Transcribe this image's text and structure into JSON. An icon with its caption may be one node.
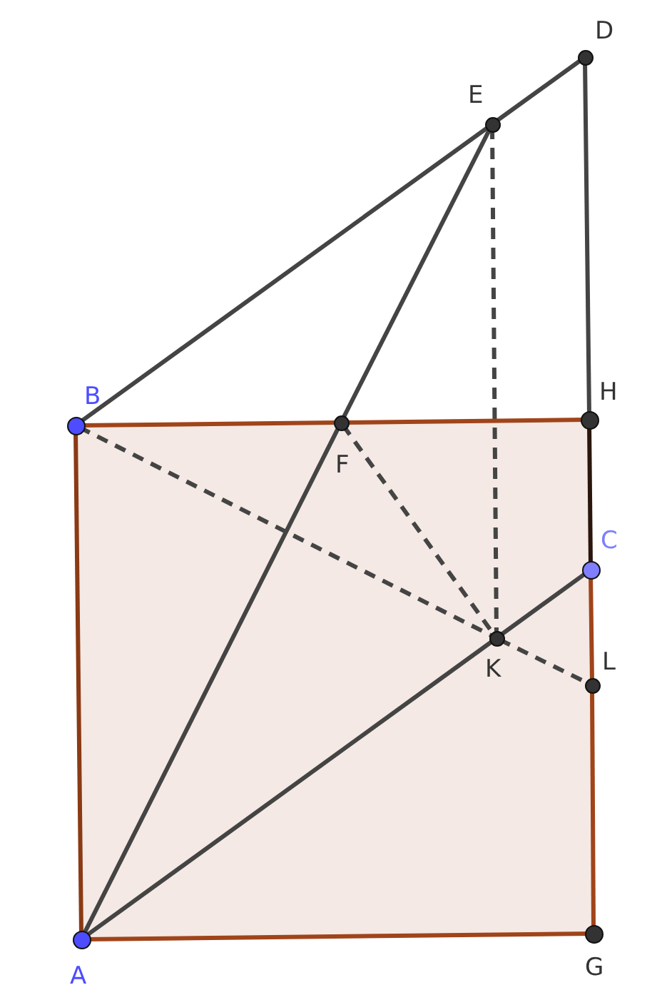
{
  "diagram": {
    "nodes": [
      {
        "text": [
          "D"
        ]
      },
      {
        "text": [
          "E"
        ]
      },
      {
        "text": [
          "B"
        ]
      },
      {
        "text": [
          "F"
        ]
      },
      {
        "text": [
          "H"
        ]
      },
      {
        "text": [
          "C"
        ]
      },
      {
        "text": [
          "K"
        ]
      },
      {
        "text": [
          "L"
        ]
      },
      {
        "text": [
          "A"
        ]
      },
      {
        "text": [
          "G"
        ]
      }
    ],
    "edges": [
      {
        "from": 2,
        "to": 1,
        "arrow": "none"
      },
      {
        "from": 1,
        "to": 0,
        "arrow": "none"
      },
      {
        "from": 0,
        "to": 4,
        "arrow": "none"
      },
      {
        "from": 8,
        "to": 3,
        "arrow": "none"
      },
      {
        "from": 3,
        "to": 1,
        "arrow": "none"
      },
      {
        "from": 8,
        "to": 6,
        "arrow": "none"
      },
      {
        "from": 6,
        "to": 5,
        "arrow": "none"
      },
      {
        "from": 2,
        "to": 6,
        "arrow": "none",
        "style": "dashed"
      },
      {
        "from": 6,
        "to": 7,
        "arrow": "none",
        "style": "dashed"
      },
      {
        "from": 3,
        "to": 6,
        "arrow": "none",
        "style": "dashed"
      },
      {
        "from": 1,
        "to": 6,
        "arrow": "none",
        "style": "dashed"
      },
      {
        "from": 2,
        "to": 3,
        "arrow": "none",
        "color": "#a0441a"
      },
      {
        "from": 3,
        "to": 4,
        "arrow": "none",
        "color": "#a0441a"
      },
      {
        "from": 4,
        "to": 5,
        "arrow": "none",
        "color": "#2a160c"
      },
      {
        "from": 5,
        "to": 7,
        "arrow": "none",
        "color": "#a0441a"
      },
      {
        "from": 7,
        "to": 9,
        "arrow": "none",
        "color": "#a0441a"
      },
      {
        "from": 9,
        "to": 8,
        "arrow": "none",
        "color": "#a0441a"
      },
      {
        "from": 8,
        "to": 2,
        "arrow": "none",
        "color": "#8a3a14"
      }
    ]
  }
}
